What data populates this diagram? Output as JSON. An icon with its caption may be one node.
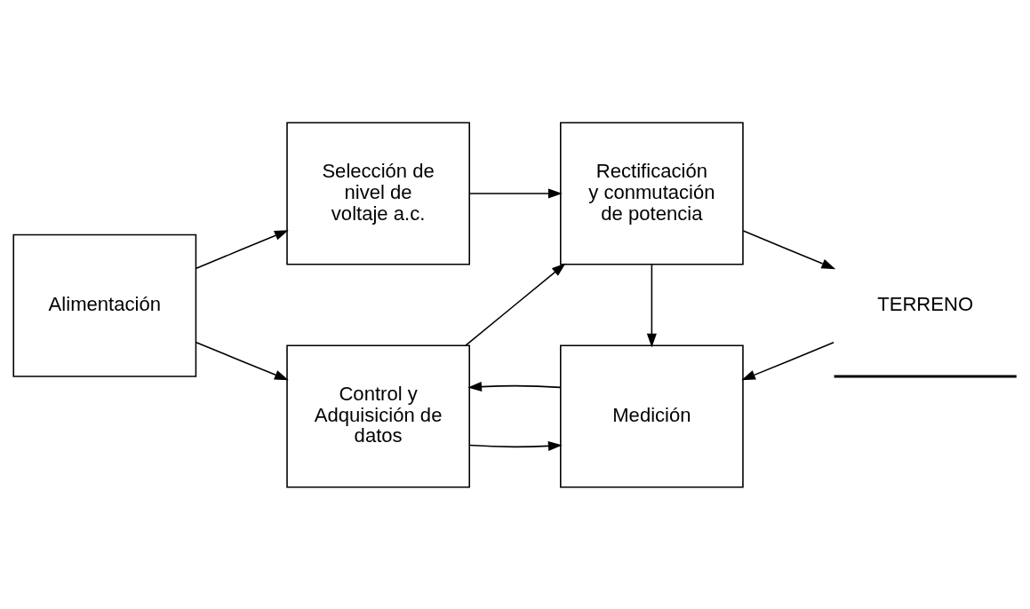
{
  "diagram": {
    "nodes": [
      {
        "text": [
          "Alimentación"
        ]
      },
      {
        "text": [
          "Selección de nivel de voltaje a.c."
        ]
      },
      {
        "text": [
          "Rectificación y conmutación de potencia"
        ]
      },
      {
        "text": [
          "Control y Adquisición de datos"
        ]
      },
      {
        "text": [
          "Medición"
        ]
      },
      {
        "text": [
          "TERRENO"
        ]
      }
    ],
    "edges": [
      {
        "from": 0,
        "to": 1,
        "arrow": "to"
      },
      {
        "from": 0,
        "to": 3,
        "arrow": "to"
      },
      {
        "from": 1,
        "to": 2,
        "arrow": "to"
      },
      {
        "from": 3,
        "to": 2,
        "arrow": "to"
      },
      {
        "from": 2,
        "to": 4,
        "arrow": "to"
      },
      {
        "from": 2,
        "to": 5,
        "arrow": "to"
      },
      {
        "from": 3,
        "to": 4,
        "arrow": "to"
      },
      {
        "from": 4,
        "to": 3,
        "arrow": "to"
      },
      {
        "from": 5,
        "to": 4,
        "arrow": "to"
      }
    ]
  }
}
